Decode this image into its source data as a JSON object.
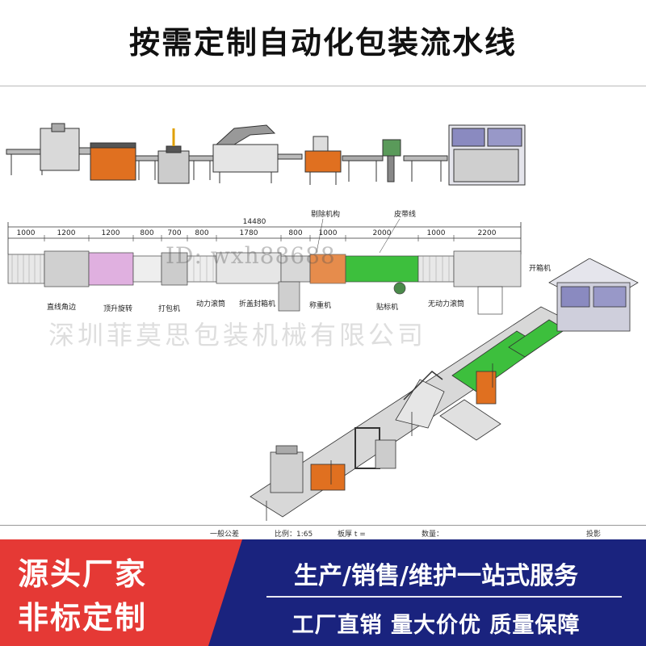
{
  "title": "按需定制自动化包装流水线",
  "plan_view": {
    "dimensions": [
      "1000",
      "1200",
      "1200",
      "800",
      "700",
      "800",
      "1780",
      "800",
      "1000",
      "2000",
      "1000",
      "2200"
    ],
    "total_length": "14480",
    "callouts": {
      "reject_mechanism": "剔除机构",
      "belt_line": "皮带线",
      "carton_erector": "开箱机",
      "straight_edge": "直线角边",
      "lift_rotate": "顶升旋转",
      "strapping": "打包机",
      "powered_roller": "动力滚筒",
      "fold_seal": "折盖封箱机",
      "check_weigher": "称重机",
      "labeler": "贴标机",
      "unpowered_roller": "无动力滚筒"
    }
  },
  "watermark": {
    "id": "ID: wxh88688",
    "company": "深圳菲莫思包装机械有限公司"
  },
  "drawing_footer": {
    "standard": "一般公差",
    "scale": "比例：1:65",
    "thickness": "板厚  t =",
    "quantity": "数量：",
    "projection": "投影"
  },
  "banner": {
    "left_line1": "源头厂家",
    "left_line2": "非标定制",
    "right_line1": "生产/销售/维护一站式服务",
    "right_line2": "工厂直销  量大价优  质量保障"
  },
  "colors": {
    "banner_red": "#e53935",
    "banner_navy": "#1a237e",
    "conveyor_green": "#3dbf3d",
    "strapping_orange": "#e07020"
  }
}
